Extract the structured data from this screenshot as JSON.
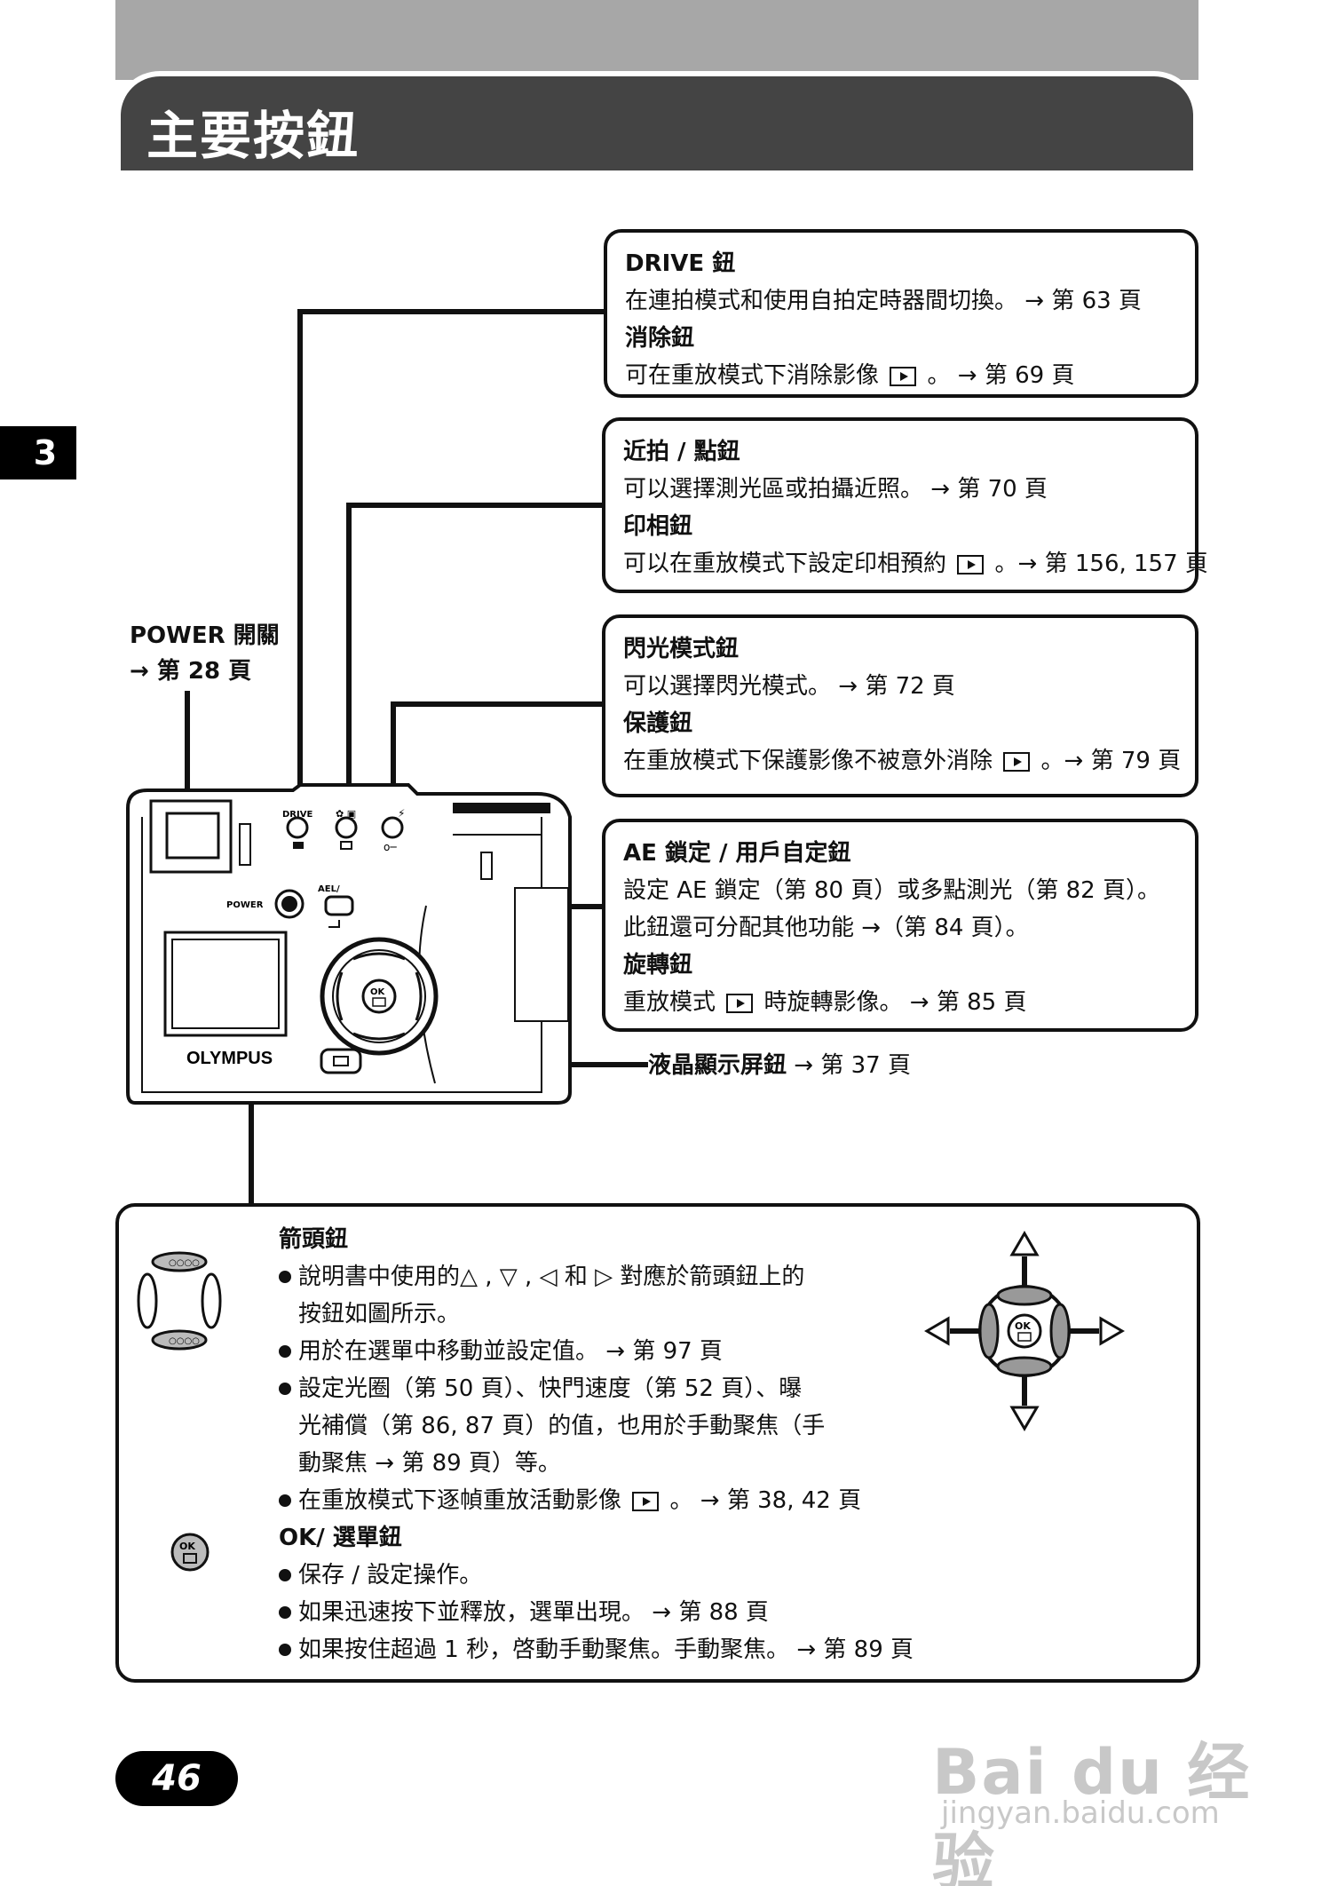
{
  "header": {
    "title": "主要按鈕"
  },
  "chapter": "3",
  "callouts": {
    "drive": {
      "t1": "DRIVE 鈕",
      "d1": "在連拍模式和使用自拍定時器間切換。 → 第 63 頁",
      "t2": "消除鈕",
      "d2a": "可在重放模式下消除影像",
      "d2b": "。 → 第 69 頁"
    },
    "closeup": {
      "t1": "近拍 / 點鈕",
      "d1": "可以選擇測光區或拍攝近照。 → 第 70 頁",
      "t2": "印相鈕",
      "d2a": "可以在重放模式下設定印相預約",
      "d2b": "。→ 第 156, 157 頁"
    },
    "flash": {
      "t1": "閃光模式鈕",
      "d1": "可以選擇閃光模式。 → 第 72 頁",
      "t2": "保護鈕",
      "d2a": "在重放模式下保護影像不被意外消除",
      "d2b": "。→ 第 79 頁"
    },
    "ael": {
      "t1": "AE 鎖定 / 用戶自定鈕",
      "d1": "設定 AE 鎖定（第 80 頁）或多點測光（第 82 頁）。",
      "d2": "此鈕還可分配其他功能 →（第 84 頁）。",
      "t2": "旋轉鈕",
      "d3a": "重放模式",
      "d3b": "時旋轉影像。 → 第 85 頁"
    },
    "power": {
      "l1": "POWER 開關",
      "l2": "→ 第 28 頁"
    },
    "lcd": {
      "label": "液晶顯示屏鈕",
      "ref": " → 第 37 頁"
    }
  },
  "camera": {
    "brand": "OLYMPUS",
    "drive_label": "DRIVE",
    "power_label": "POWER",
    "ael_label": "AEL/",
    "ok_label": "OK"
  },
  "arrow_pad": {
    "title": "箭頭鈕",
    "b1a": "說明書中使用的△ , ▽ , ◁ 和 ▷ 對應於箭頭鈕上的",
    "b1b": "按鈕如圖所示。",
    "b2": "用於在選單中移動並設定值。 → 第 97 頁",
    "b3a": "設定光圈（第 50 頁）、快門速度（第 52 頁）、曝",
    "b3b": "光補償（第 86, 87 頁）的值，也用於手動聚焦（手",
    "b3c": "動聚焦 → 第 89 頁）等。",
    "b4a": "在重放模式下逐幀重放活動影像",
    "b4b": "。 → 第 38, 42 頁"
  },
  "ok_menu": {
    "title": "OK/ 選單鈕",
    "b1": "保存 / 設定操作。",
    "b2": "如果迅速按下並釋放，選單出現。 → 第 88 頁",
    "b3": "如果按住超過 1 秒，啓動手動聚焦。手動聚焦。 → 第 89 頁",
    "ok_icon": "OK"
  },
  "page_number": "46",
  "watermark": {
    "main": "Bai du 经验",
    "sub": "jingyan.baidu.com"
  }
}
